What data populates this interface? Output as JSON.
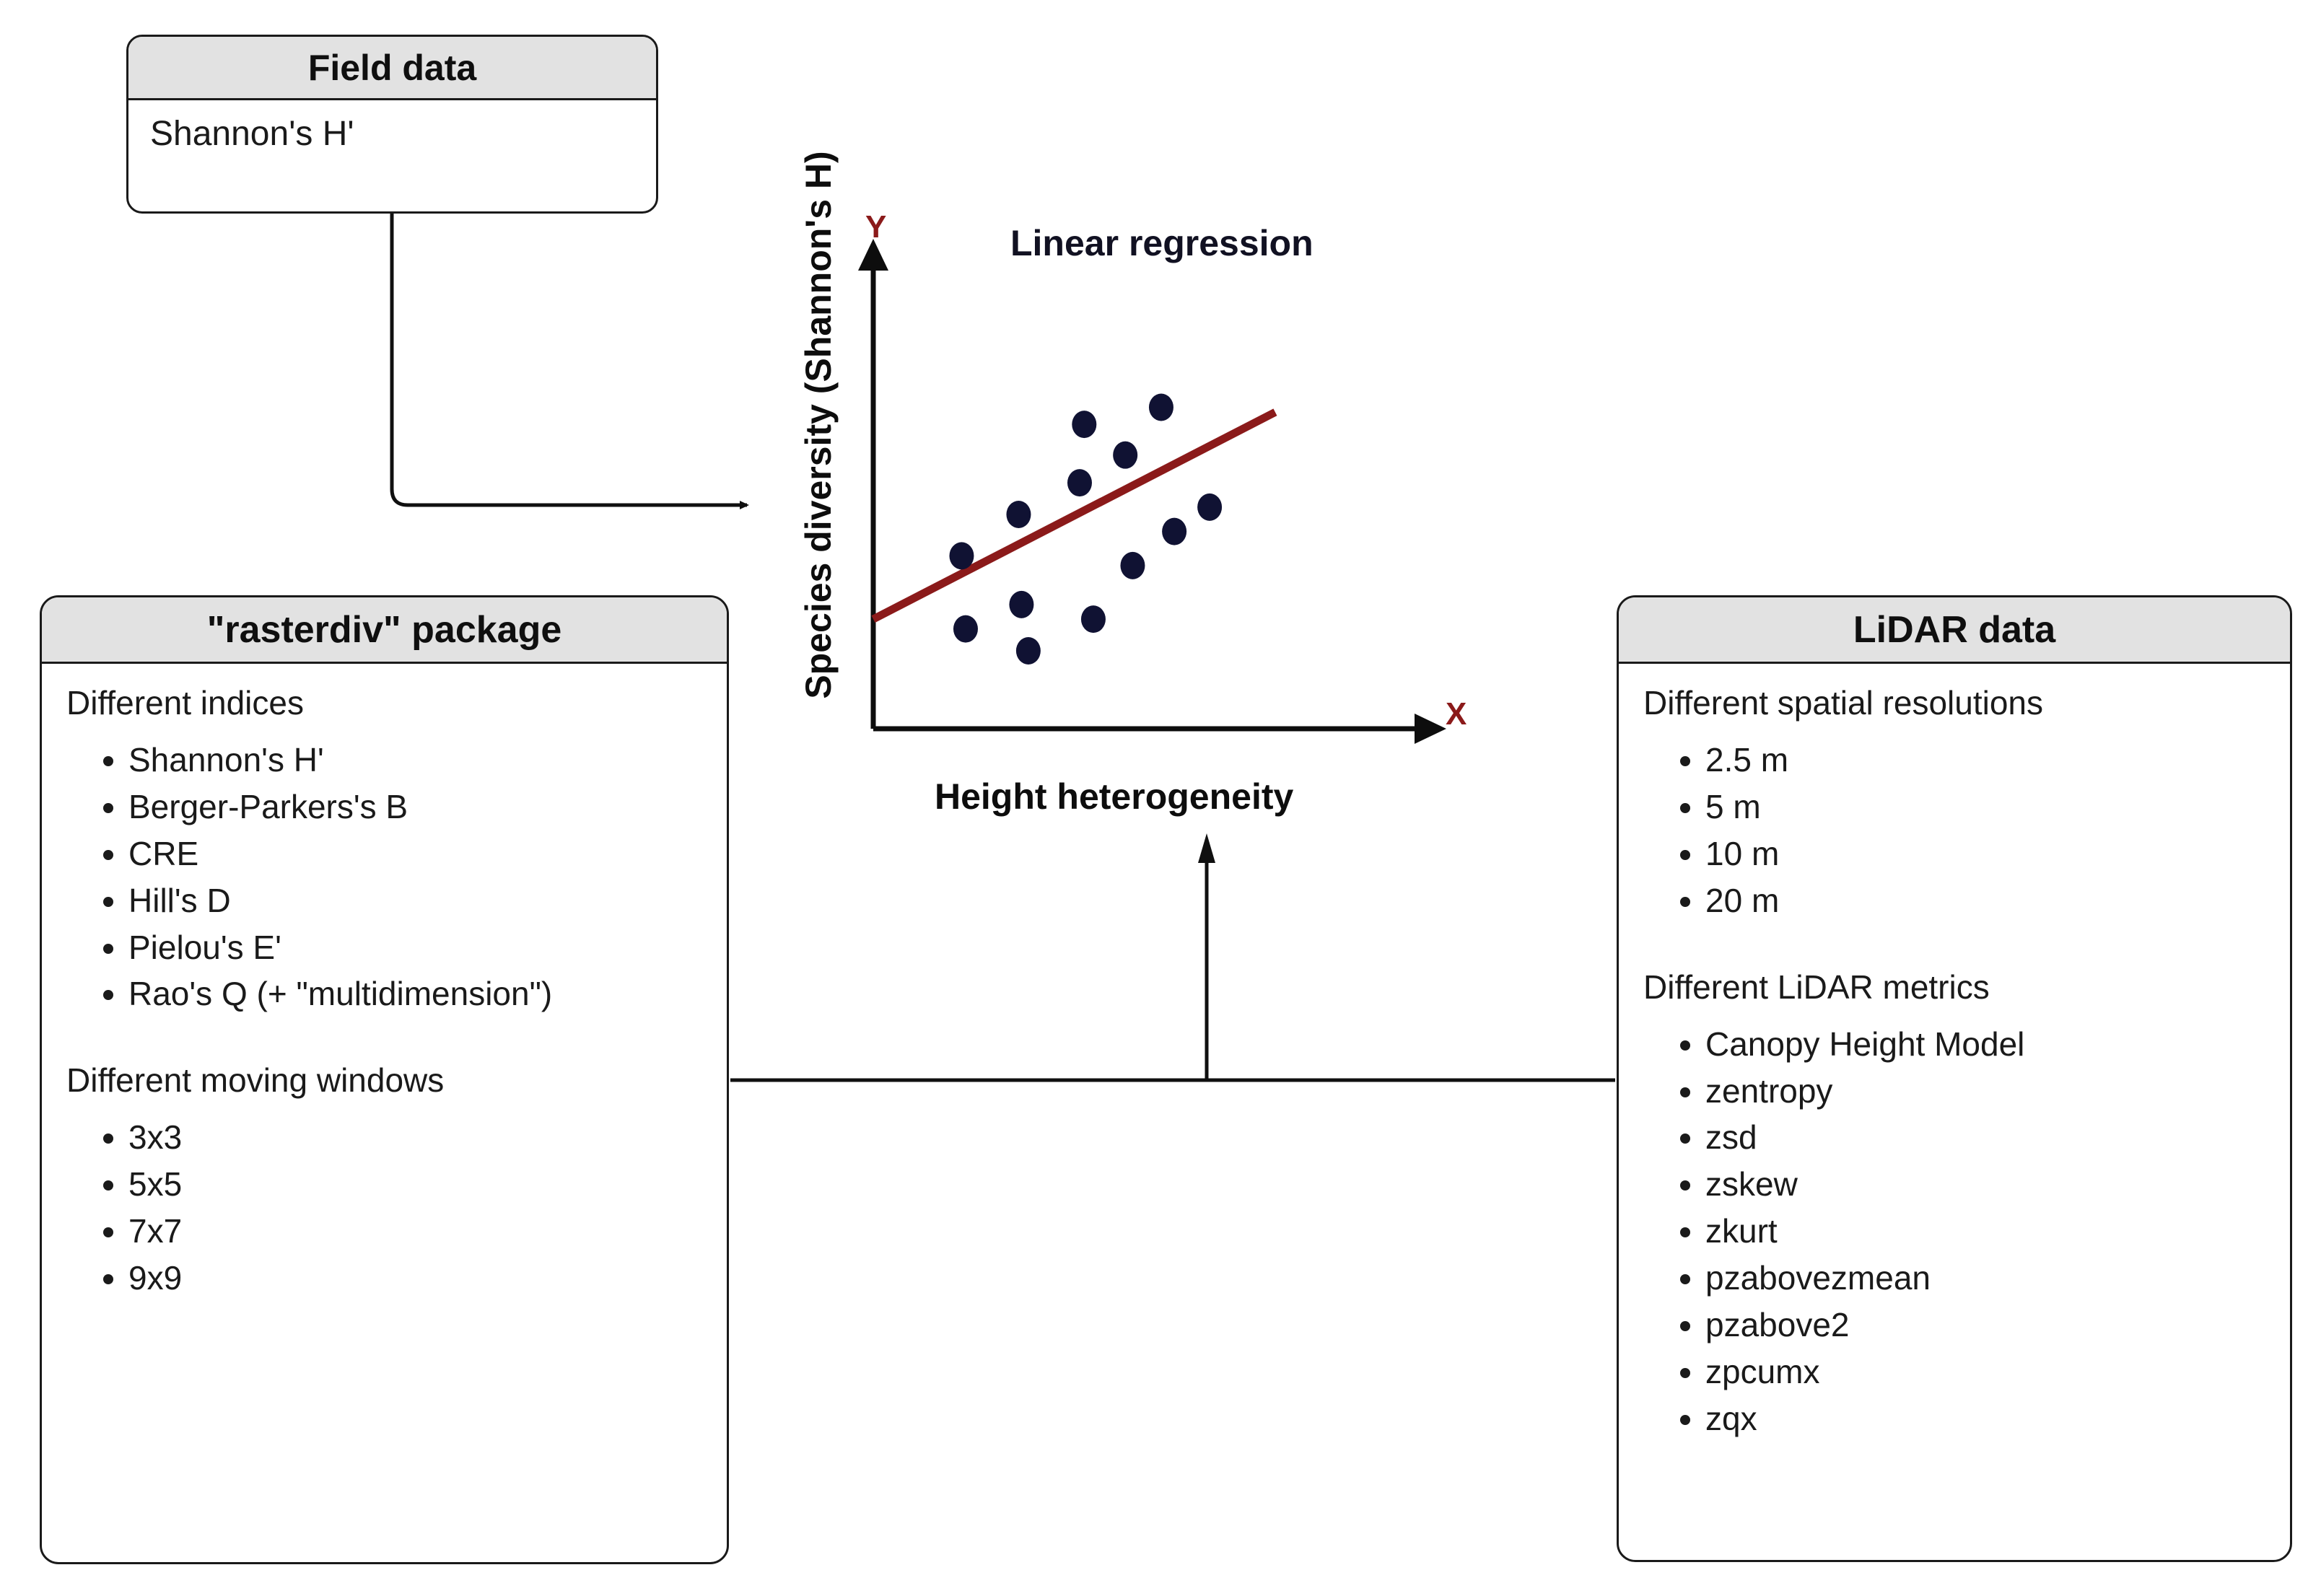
{
  "boxes": {
    "field_data": {
      "title": "Field data",
      "lines": [
        "Shannon's H'"
      ]
    },
    "rasterdiv": {
      "title": "\"rasterdiv\" package",
      "sections": [
        {
          "heading": "Different indices",
          "items": [
            "Shannon's H'",
            "Berger-Parkers's B",
            "CRE",
            "Hill's D",
            "Pielou's E'",
            "Rao's Q (+ \"multidimension\")"
          ]
        },
        {
          "heading": "Different moving windows",
          "items": [
            "3x3",
            "5x5",
            "7x7",
            "9x9"
          ]
        }
      ]
    },
    "lidar": {
      "title": "LiDAR data",
      "sections": [
        {
          "heading": "Different spatial resolutions",
          "items": [
            "2.5 m",
            "5 m",
            "10 m",
            "20 m"
          ]
        },
        {
          "heading": "Different LiDAR metrics",
          "items": [
            "Canopy Height Model",
            "zentropy",
            "zsd",
            "zskew",
            "zkurt",
            "pzabovezmean",
            "pzabove2",
            "zpcumx",
            "zqx"
          ]
        }
      ]
    }
  },
  "chart_data": {
    "type": "scatter",
    "title": "Linear regression",
    "xlabel": "Height heterogeneity",
    "ylabel": "Species diversity (Shannon's H)",
    "x_axis_letter": "X",
    "y_axis_letter": "Y",
    "grid": false,
    "legend": null,
    "xlim": [
      0,
      10
    ],
    "ylim": [
      0,
      10
    ],
    "point_color": "#101233",
    "line_color": "#8b1a1a",
    "axis_letter_color": "#8b1a1a",
    "points": [
      {
        "x": 1.55,
        "y": 3.55
      },
      {
        "x": 1.62,
        "y": 2.05
      },
      {
        "x": 2.55,
        "y": 4.4
      },
      {
        "x": 2.6,
        "y": 2.55
      },
      {
        "x": 2.72,
        "y": 1.6
      },
      {
        "x": 3.62,
        "y": 5.05
      },
      {
        "x": 3.7,
        "y": 6.25
      },
      {
        "x": 3.86,
        "y": 2.25
      },
      {
        "x": 4.42,
        "y": 5.62
      },
      {
        "x": 4.55,
        "y": 3.35
      },
      {
        "x": 5.05,
        "y": 6.6
      },
      {
        "x": 5.28,
        "y": 4.05
      },
      {
        "x": 5.9,
        "y": 4.55
      }
    ],
    "regression_line": {
      "x0": 0.0,
      "y0": 2.25,
      "x1": 7.05,
      "y1": 6.5
    }
  }
}
